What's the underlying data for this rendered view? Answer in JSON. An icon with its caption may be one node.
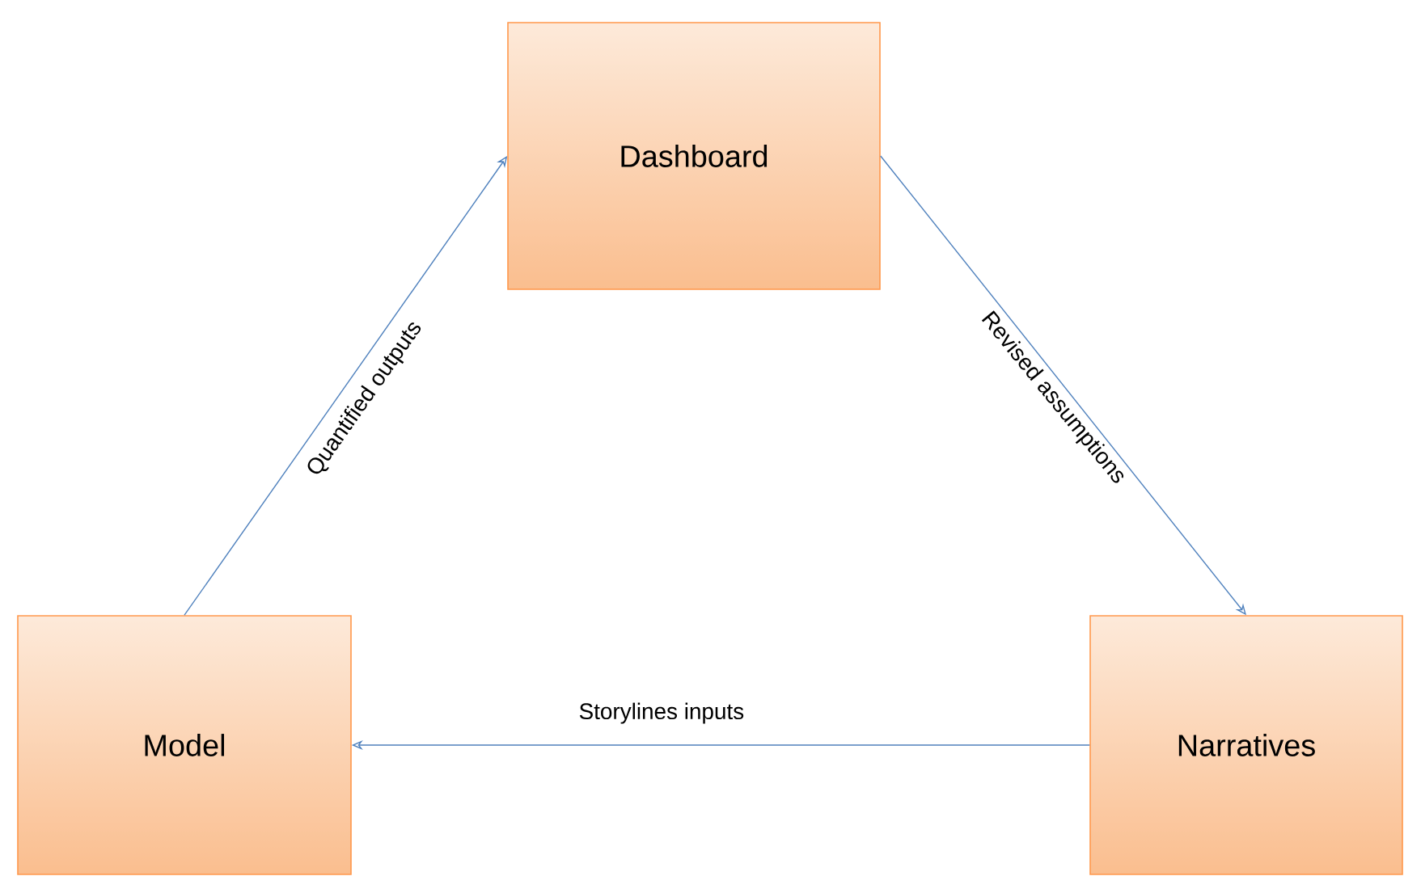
{
  "diagram": {
    "nodes": [
      {
        "text": [
          "Dashboard"
        ]
      },
      {
        "text": [
          "Model"
        ]
      },
      {
        "text": [
          "Narratives"
        ]
      }
    ],
    "edges": [
      {
        "from": 1,
        "to": 0,
        "arrow": "to",
        "label": "Quantified outputs"
      },
      {
        "from": 0,
        "to": 2,
        "arrow": "to",
        "label": "Revised  assumptions"
      },
      {
        "from": 2,
        "to": 1,
        "arrow": "to",
        "label": "Storylines inputs"
      }
    ]
  }
}
